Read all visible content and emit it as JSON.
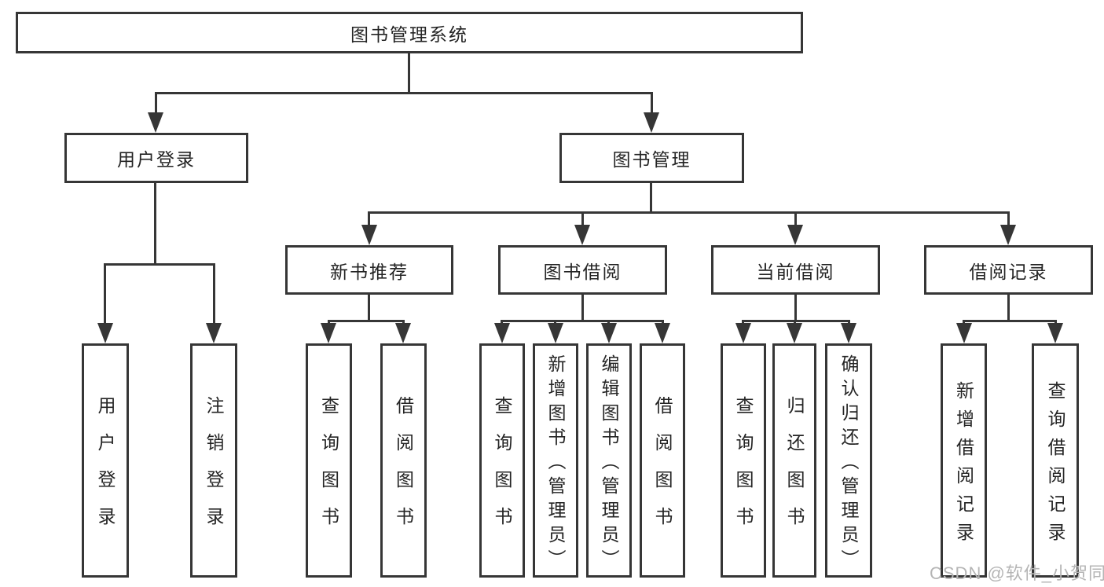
{
  "title": "图书管理系统",
  "watermark": "CSDN @软件_小贺同学",
  "colors": {
    "background": "#ffffff",
    "line": "#363636",
    "text": "#242424",
    "watermark": "#b5b5b5"
  },
  "tree": {
    "label": "图书管理系统",
    "children": [
      {
        "label": "用户登录",
        "children": [
          {
            "label": "用户登录"
          },
          {
            "label": "注销登录"
          }
        ]
      },
      {
        "label": "图书管理",
        "children": [
          {
            "label": "新书推荐",
            "children": [
              {
                "label": "查询图书"
              },
              {
                "label": "借阅图书"
              }
            ]
          },
          {
            "label": "图书借阅",
            "children": [
              {
                "label": "查询图书"
              },
              {
                "label": "新增图书（管理员）"
              },
              {
                "label": "编辑图书（管理员）"
              },
              {
                "label": "借阅图书"
              }
            ]
          },
          {
            "label": "当前借阅",
            "children": [
              {
                "label": "查询图书"
              },
              {
                "label": "归还图书"
              },
              {
                "label": "确认归还（管理员）"
              }
            ]
          },
          {
            "label": "借阅记录",
            "children": [
              {
                "label": "新增借阅记录"
              },
              {
                "label": "查询借阅记录"
              }
            ]
          }
        ]
      }
    ]
  }
}
